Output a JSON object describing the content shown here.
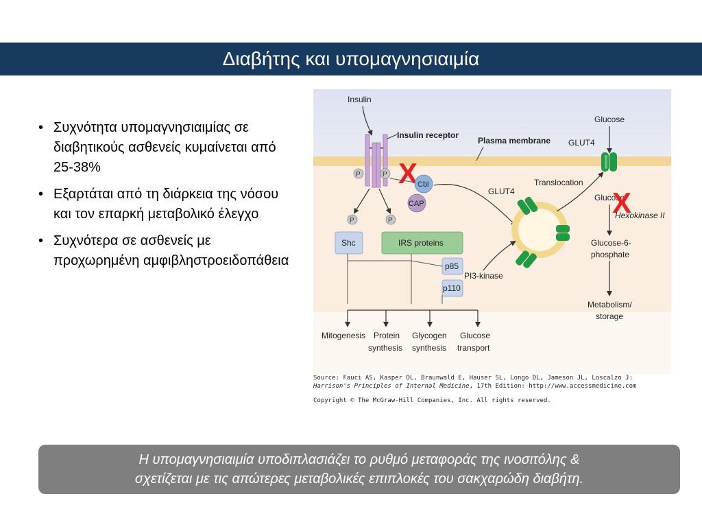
{
  "header": {
    "title": "Διαβήτης και υπομαγνησιαιμία"
  },
  "bullets": [
    "Συχνότητα υπομαγνησιαιμίας σε διαβητικούς ασθενείς κυμαίνεται από 25-38%",
    "Εξαρτάται από τη διάρκεια της νόσου και τον επαρκή μεταβολικό έλεγχο",
    "Συχνότερα σε ασθενείς με προχωρημένη αμφιβληστροειδοπάθεια"
  ],
  "diagram": {
    "labels": {
      "insulin": "Insulin",
      "insulin_receptor": "Insulin receptor",
      "plasma_membrane": "Plasma membrane",
      "glucose_top": "Glucose",
      "glut4_membrane": "GLUT4",
      "p": "P",
      "cbl": "Cbl",
      "cap": "CAP",
      "glut4_vesicle": "GLUT4",
      "translocation": "Translocation",
      "glucose_inside": "Glucose",
      "hexokinase": "Hexokinase II",
      "shc": "Shc",
      "irs": "IRS proteins",
      "g6p_line1": "Glucose-6-",
      "g6p_line2": "phosphate",
      "p85": "p85",
      "pi3k": "PI3-kinase",
      "p110": "p110",
      "metab_line1": "Metabolism/",
      "metab_line2": "storage",
      "out1": "Mitogenesis",
      "out2_line1": "Protein",
      "out2_line2": "synthesis",
      "out3_line1": "Glycogen",
      "out3_line2": "synthesis",
      "out4_line1": "Glucose",
      "out4_line2": "transport",
      "x_mark": "X"
    },
    "colors": {
      "membrane": "#f2d59a",
      "extracellular": "#dfe4f2",
      "cytoplasm": "#fbeee0",
      "receptor": "#c8a6d6",
      "phospho": "#c9c9c9",
      "cbl": "#8fb3df",
      "cap": "#b59bc6",
      "shc": "#c7d5ec",
      "irs": "#9ccc97",
      "pi3k": "#c7d5ec",
      "glut4": "#1f9a47",
      "x_mark": "#e8201f"
    }
  },
  "source": {
    "line1": "Source: Fauci AS, Kasper DL, Braunwald E, Hauser SL, Longo DL, Jameson JL, Loscalzo J:",
    "line2_italic": "Harrison's Principles of Internal Medicine",
    "line2_rest": ", 17th Edition: http://www.accessmedicine.com",
    "line3": "Copyright © The McGraw-Hill Companies, Inc. All rights reserved."
  },
  "conclusion": {
    "line1": "Η υπομαγνησιαιμία υποδιπλασιάζει το ρυθμό μεταφοράς της ινοσιτόλης &",
    "line2": "σχετίζεται με τις απώτερες μεταβολικές επιπλοκές του σακχαρώδη διαβήτη."
  }
}
